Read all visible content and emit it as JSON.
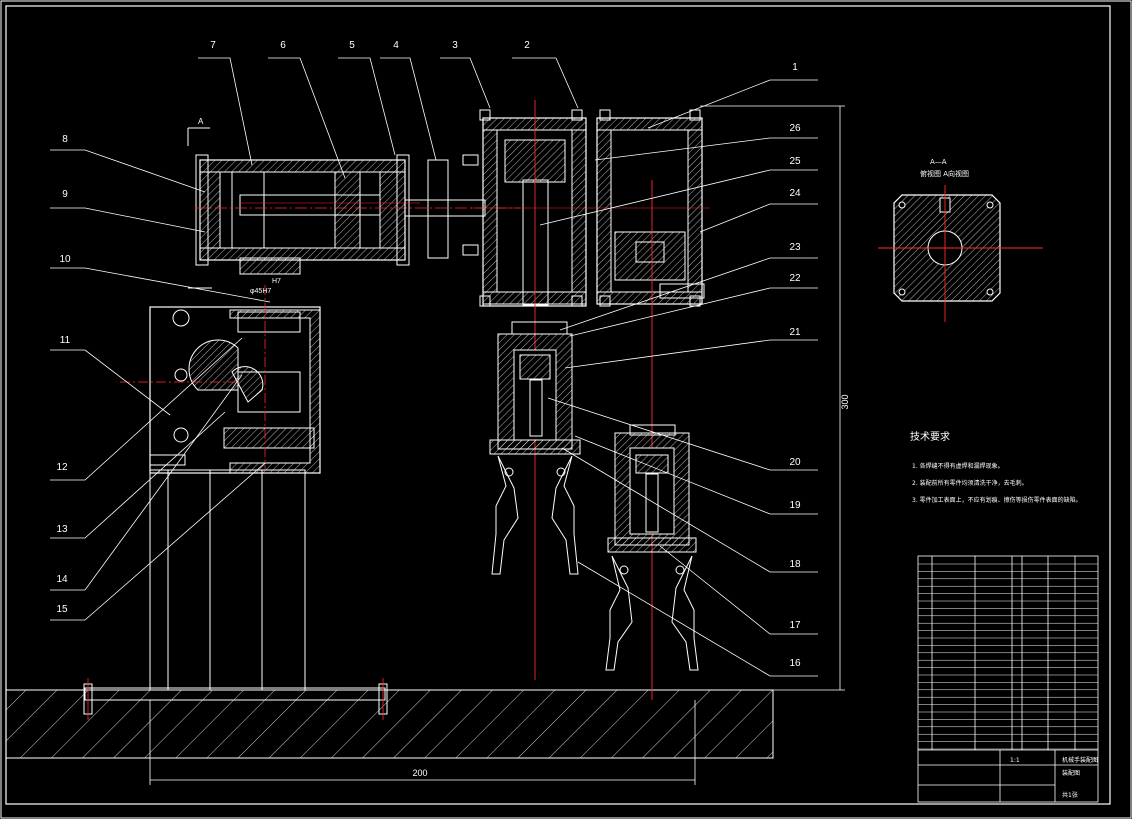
{
  "colors": {
    "background": "#000000",
    "line": "#ffffff",
    "centerline": "#ff2a2a",
    "section_fill": "#ffffff",
    "label": "#ffffff"
  },
  "part_labels": [
    {
      "id": 1,
      "text": "1"
    },
    {
      "id": 2,
      "text": "2"
    },
    {
      "id": 3,
      "text": "3"
    },
    {
      "id": 4,
      "text": "4"
    },
    {
      "id": 5,
      "text": "5"
    },
    {
      "id": 6,
      "text": "6"
    },
    {
      "id": 7,
      "text": "7"
    },
    {
      "id": 8,
      "text": "8"
    },
    {
      "id": 9,
      "text": "9"
    },
    {
      "id": 10,
      "text": "10"
    },
    {
      "id": 11,
      "text": "11"
    },
    {
      "id": 12,
      "text": "12"
    },
    {
      "id": 13,
      "text": "13"
    },
    {
      "id": 14,
      "text": "14"
    },
    {
      "id": 15,
      "text": "15"
    },
    {
      "id": 16,
      "text": "16"
    },
    {
      "id": 17,
      "text": "17"
    },
    {
      "id": 18,
      "text": "18"
    },
    {
      "id": 19,
      "text": "19"
    },
    {
      "id": 20,
      "text": "20"
    },
    {
      "id": 21,
      "text": "21"
    },
    {
      "id": 22,
      "text": "22"
    },
    {
      "id": 23,
      "text": "23"
    },
    {
      "id": 24,
      "text": "24"
    },
    {
      "id": 25,
      "text": "25"
    },
    {
      "id": 26,
      "text": "26"
    }
  ],
  "section_marker": "A",
  "section_view_title": "A—A",
  "section_view_caption": "俯视图 A向视图",
  "fit_label": "H7",
  "fit_label_2": "φ45H7",
  "dimension_height": "300",
  "dimension_base": "200",
  "tech_requirements": {
    "title": "技术要求",
    "items": [
      "1. 各焊缝不得有虚焊和漏焊现象。",
      "2. 装配前所有零件均须清洗干净，去毛刺。",
      "3. 零件加工表面上，不应有划痕、擦伤等损伤零件表面的缺陷。"
    ]
  },
  "title_block": {
    "name": "机械手装配图",
    "drawing_no": "装配图",
    "sheet": "共1张",
    "scale": "1:1"
  }
}
